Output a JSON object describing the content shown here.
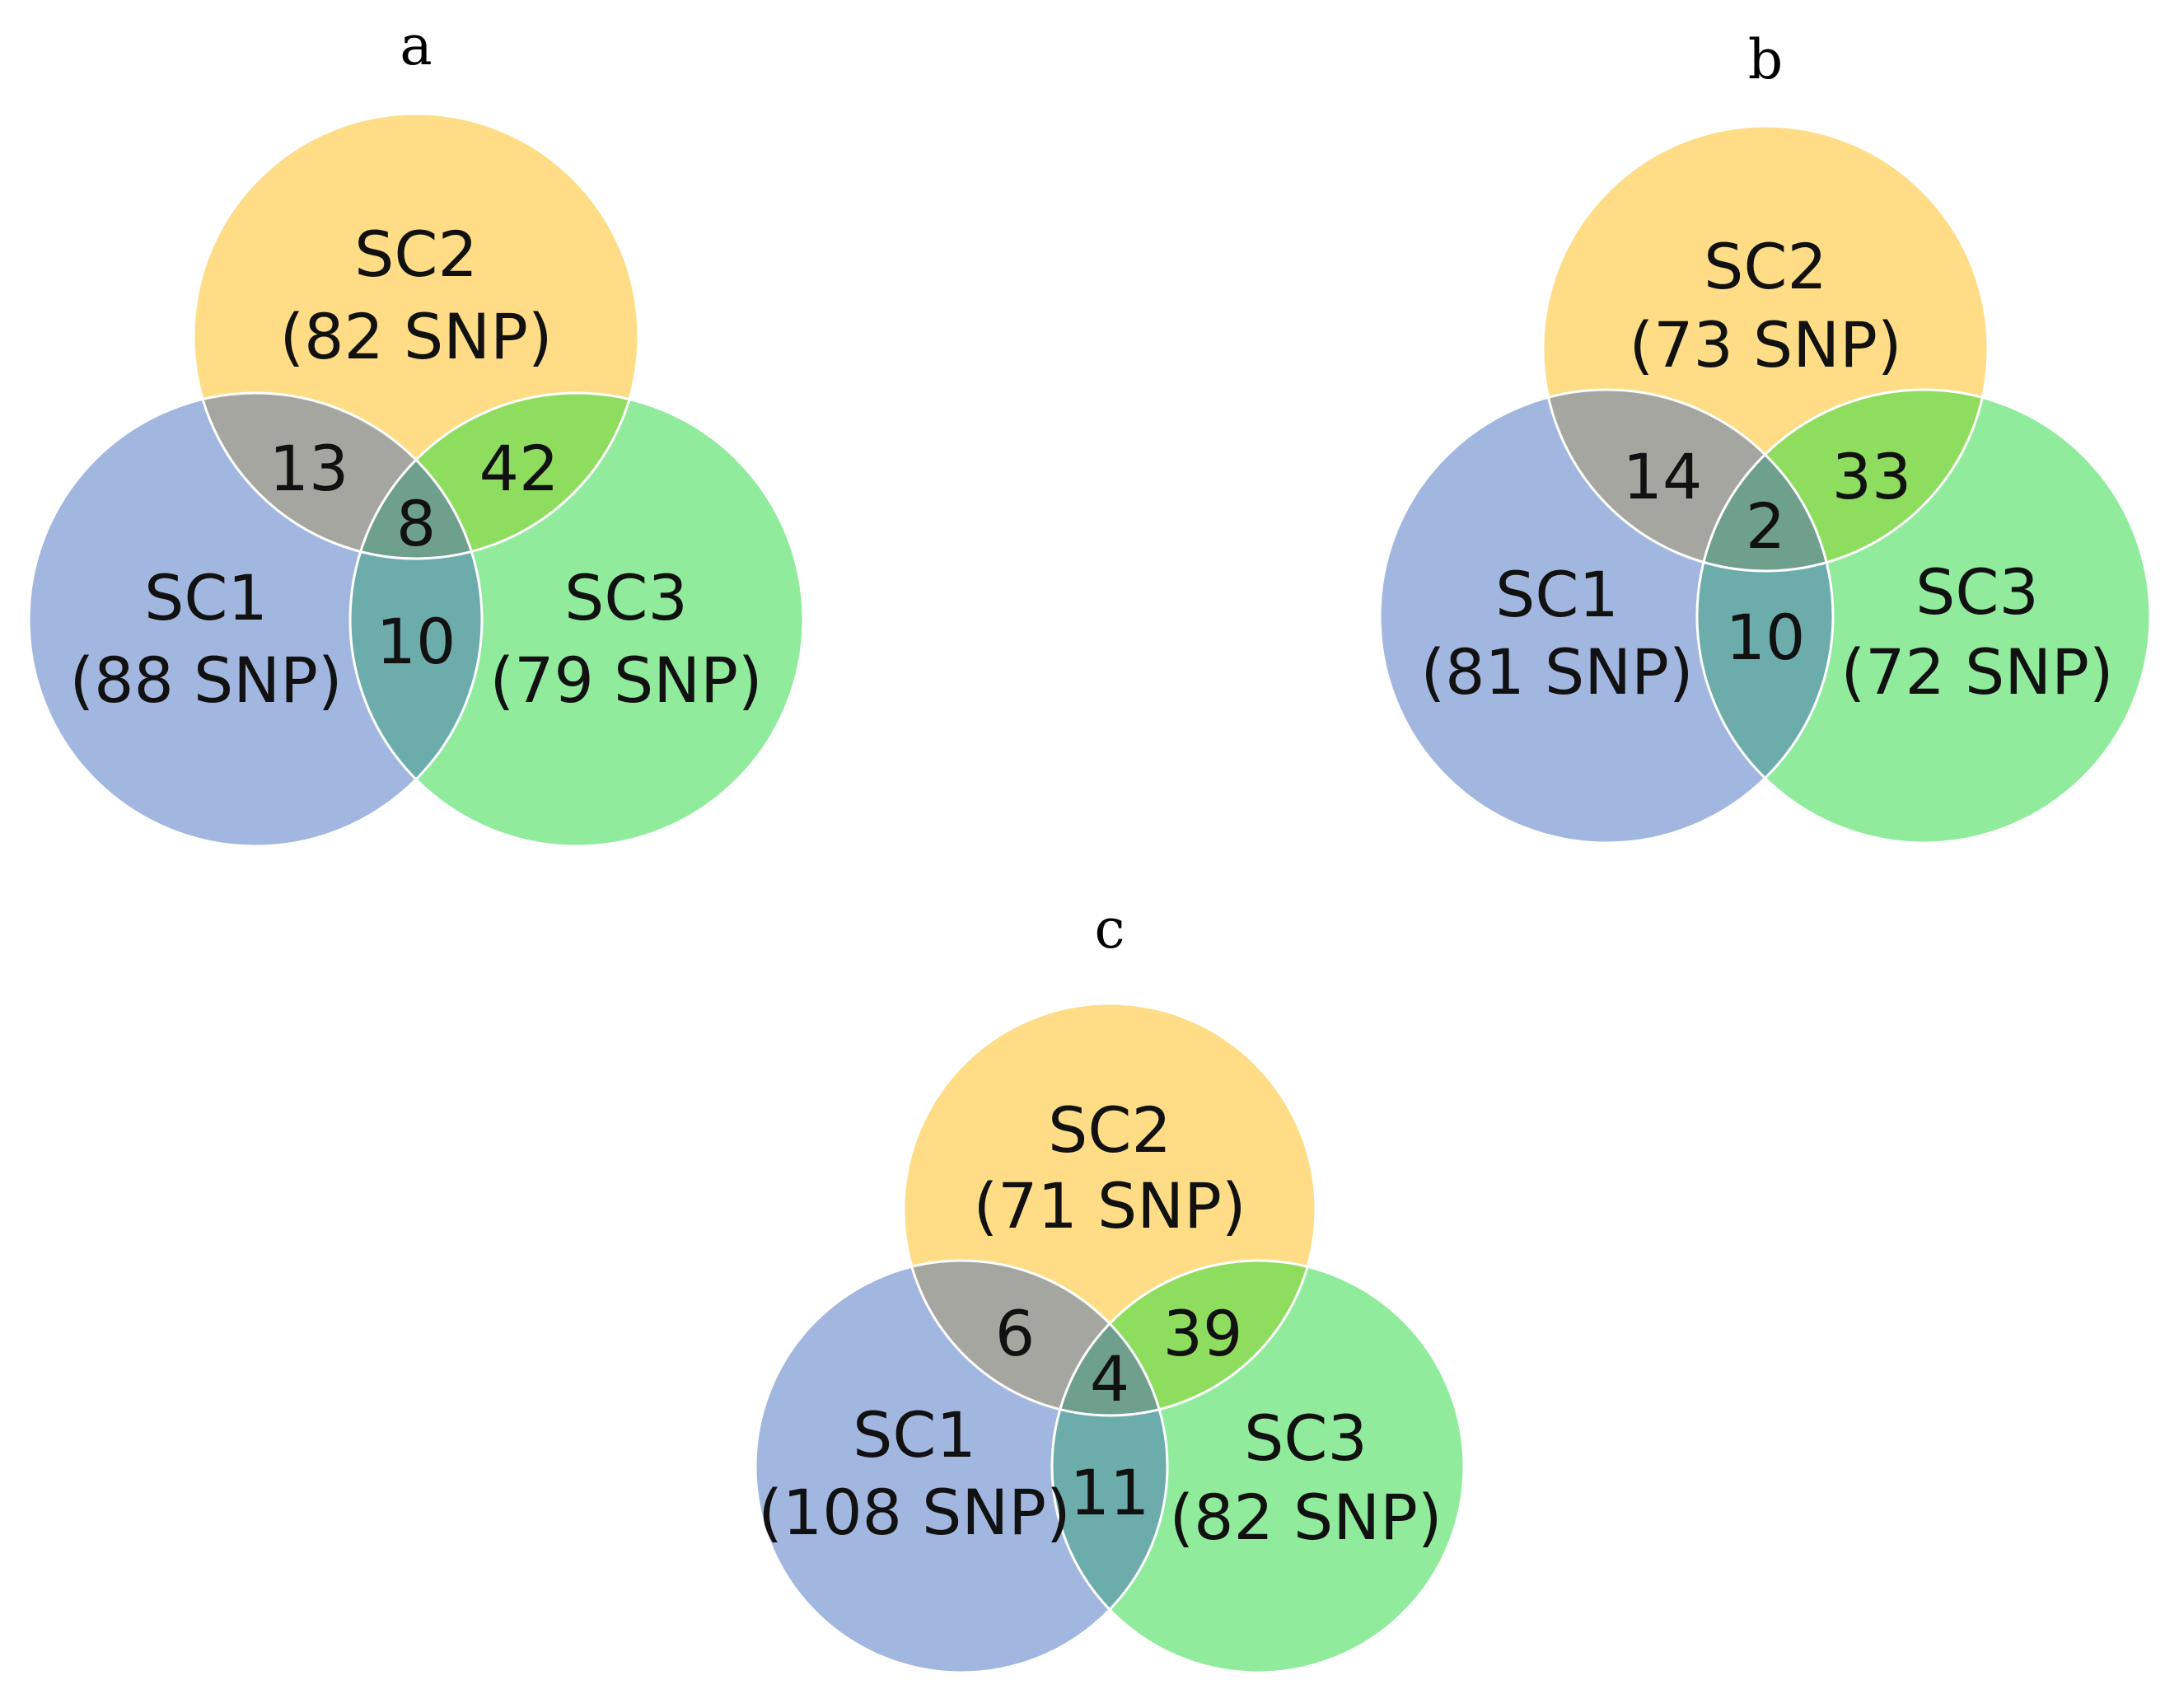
{
  "colors": {
    "sc1": "#a2b7e0",
    "sc2": "#fedd86",
    "sc3": "#90ec9c",
    "sc1_sc2": "#a5a6a0",
    "sc2_sc3": "#8fdd5e",
    "sc1_sc3": "#6cadac",
    "all": "#6f9f8d",
    "edge": "#ffffff"
  },
  "panels": [
    {
      "id": "a",
      "letter": "a",
      "sets": {
        "sc1": {
          "name": "SC1",
          "count": "(88 SNP)"
        },
        "sc2": {
          "name": "SC2",
          "count": "(82 SNP)"
        },
        "sc3": {
          "name": "SC3",
          "count": "(79 SNP)"
        }
      },
      "overlaps": {
        "sc1_sc2": "13",
        "sc2_sc3": "42",
        "sc1_sc3": "10",
        "all": "8"
      }
    },
    {
      "id": "b",
      "letter": "b",
      "sets": {
        "sc1": {
          "name": "SC1",
          "count": "(81 SNP)"
        },
        "sc2": {
          "name": "SC2",
          "count": "(73 SNP)"
        },
        "sc3": {
          "name": "SC3",
          "count": "(72 SNP)"
        }
      },
      "overlaps": {
        "sc1_sc2": "14",
        "sc2_sc3": "33",
        "sc1_sc3": "10",
        "all": "2"
      }
    },
    {
      "id": "c",
      "letter": "c",
      "sets": {
        "sc1": {
          "name": "SC1",
          "count": "(108 SNP)"
        },
        "sc2": {
          "name": "SC2",
          "count": "(71 SNP)"
        },
        "sc3": {
          "name": "SC3",
          "count": "(82 SNP)"
        }
      },
      "overlaps": {
        "sc1_sc2": "6",
        "sc2_sc3": "39",
        "sc1_sc3": "11",
        "all": "4"
      }
    }
  ]
}
